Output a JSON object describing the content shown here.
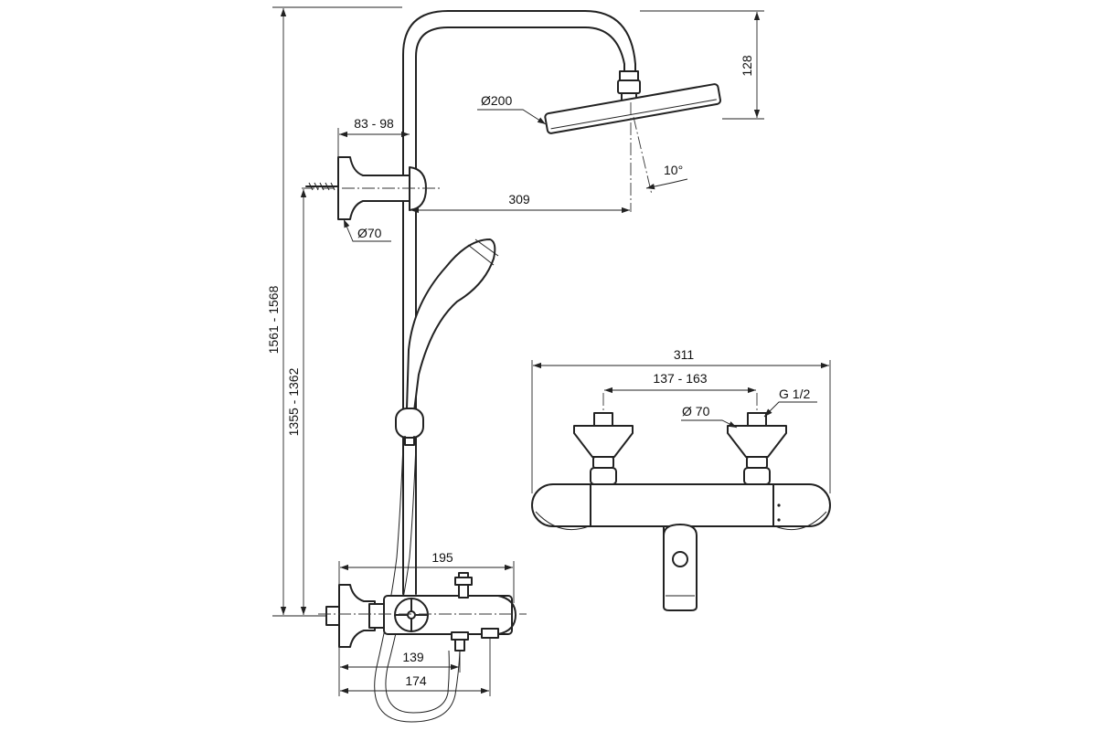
{
  "drawing": {
    "side_view": {
      "total_height": "1561 - 1568",
      "inlet_height": "1355 - 1362",
      "head_drop": "128",
      "head_diameter": "Ø200",
      "arm_reach": "309",
      "wall_bracket_depth": "83 - 98",
      "rosette_diameter": "Ø70",
      "tilt_angle": "10°",
      "mixer_length": "195",
      "spout_distance": "139",
      "body_depth": "174"
    },
    "front_view": {
      "overall_width": "311",
      "inlet_spacing": "137 - 163",
      "thread_size": "G 1/2",
      "escutcheon_diameter": "Ø 70"
    }
  }
}
